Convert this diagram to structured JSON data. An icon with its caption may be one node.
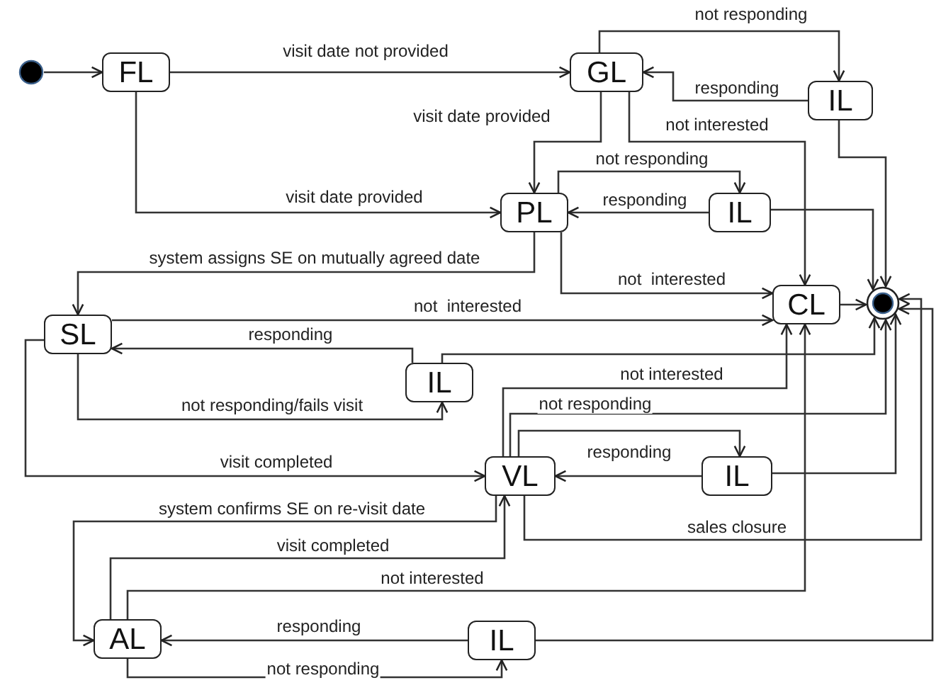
{
  "diagram": {
    "nodes": [
      {
        "text": [],
        "shape": "circle"
      },
      {
        "text": [
          "FL"
        ]
      },
      {
        "text": [
          "GL"
        ]
      },
      {
        "text": [
          "IL"
        ]
      },
      {
        "text": [
          "PL"
        ]
      },
      {
        "text": [
          "IL"
        ]
      },
      {
        "text": [
          "SL"
        ]
      },
      {
        "text": [
          "CL"
        ]
      },
      {
        "text": [],
        "shape": "circle"
      },
      {
        "text": [
          "IL"
        ]
      },
      {
        "text": [
          "VL"
        ]
      },
      {
        "text": [
          "IL"
        ]
      },
      {
        "text": [
          "AL"
        ]
      },
      {
        "text": [
          "IL"
        ]
      }
    ],
    "edges": [
      {
        "from": 0,
        "to": 1,
        "arrow": "to"
      },
      {
        "from": 1,
        "to": 2,
        "arrow": "to",
        "label": "visit date not provided"
      },
      {
        "from": 1,
        "to": 4,
        "arrow": "to",
        "label": "visit date provided"
      },
      {
        "from": 2,
        "to": 4,
        "arrow": "to",
        "label": "visit date provided"
      },
      {
        "from": 2,
        "to": 3,
        "arrow": "to",
        "label": "not responding"
      },
      {
        "from": 3,
        "to": 2,
        "arrow": "to",
        "label": "responding"
      },
      {
        "from": 2,
        "to": 7,
        "arrow": "to",
        "label": "not interested"
      },
      {
        "from": 3,
        "to": 8,
        "arrow": "to"
      },
      {
        "from": 4,
        "to": 5,
        "arrow": "to",
        "label": "not responding"
      },
      {
        "from": 5,
        "to": 4,
        "arrow": "to",
        "label": "responding"
      },
      {
        "from": 5,
        "to": 8,
        "arrow": "to"
      },
      {
        "from": 4,
        "to": 6,
        "arrow": "to",
        "label": "system assigns SE on mutually agreed date"
      },
      {
        "from": 4,
        "to": 7,
        "arrow": "to",
        "label": "not  interested"
      },
      {
        "from": 6,
        "to": 7,
        "arrow": "to",
        "label": "not  interested"
      },
      {
        "from": 9,
        "to": 6,
        "arrow": "to",
        "label": "responding"
      },
      {
        "from": 6,
        "to": 9,
        "arrow": "to",
        "label": "not responding/fails visit"
      },
      {
        "from": 9,
        "to": 8,
        "arrow": "to"
      },
      {
        "from": 6,
        "to": 10,
        "arrow": "to",
        "label": "visit completed"
      },
      {
        "from": 10,
        "to": 7,
        "arrow": "to",
        "label": "not interested"
      },
      {
        "from": 10,
        "to": 8,
        "arrow": "to",
        "label": "not responding"
      },
      {
        "from": 10,
        "to": 11,
        "arrow": "to"
      },
      {
        "from": 11,
        "to": 10,
        "arrow": "to",
        "label": "responding"
      },
      {
        "from": 11,
        "to": 8,
        "arrow": "to"
      },
      {
        "from": 10,
        "to": 8,
        "arrow": "to",
        "label": "sales closure"
      },
      {
        "from": 12,
        "to": 10,
        "arrow": "to",
        "label": "visit completed"
      },
      {
        "from": 10,
        "to": 12,
        "arrow": "to",
        "label": "system confirms SE on re-visit date"
      },
      {
        "from": 12,
        "to": 7,
        "arrow": "to",
        "label": "not interested"
      },
      {
        "from": 13,
        "to": 12,
        "arrow": "to",
        "label": "responding"
      },
      {
        "from": 12,
        "to": 13,
        "arrow": "to",
        "label": "not responding"
      },
      {
        "from": 13,
        "to": 8,
        "arrow": "to"
      },
      {
        "from": 7,
        "to": 8,
        "arrow": "to"
      }
    ]
  }
}
